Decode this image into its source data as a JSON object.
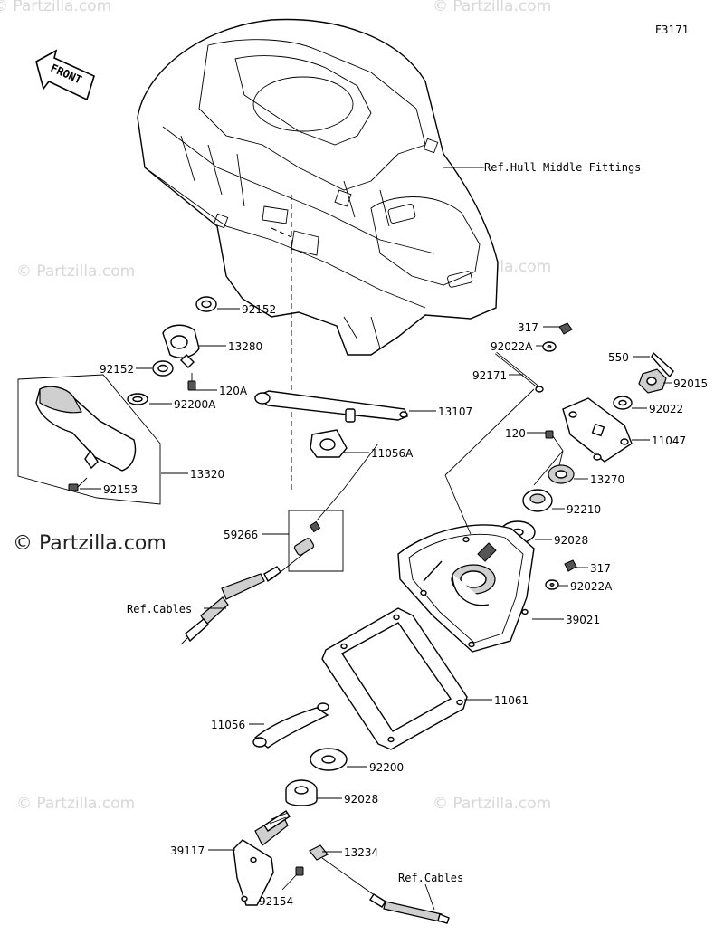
{
  "figure_code": "F3171",
  "front_label": "FRONT",
  "watermark_small": "© Partzilla.com",
  "watermark_large": "© Partzilla.com",
  "callouts": {
    "ref_hull": "Ref.Hull Middle Fittings",
    "p92152_top": "92152",
    "p13280": "13280",
    "p92152_left": "92152",
    "p120A": "120A",
    "p92200A": "92200A",
    "p13320": "13320",
    "p92153": "92153",
    "p13107": "13107",
    "p11056A": "11056A",
    "p59266": "59266",
    "ref_cables_left": "Ref.Cables",
    "p317_top": "317",
    "p92022A_top": "92022A",
    "p92171": "92171",
    "p550": "550",
    "p92015": "92015",
    "p92022": "92022",
    "p120": "120",
    "p11047": "11047",
    "p13270": "13270",
    "p92210": "92210",
    "p92028_right": "92028",
    "p317_mid": "317",
    "p92022A_mid": "92022A",
    "p39021": "39021",
    "p11061": "11061",
    "p11056": "11056",
    "p92200": "92200",
    "p92028_low": "92028",
    "p39117": "39117",
    "p13234": "13234",
    "p92154": "92154",
    "ref_cables_bottom": "Ref.Cables"
  }
}
